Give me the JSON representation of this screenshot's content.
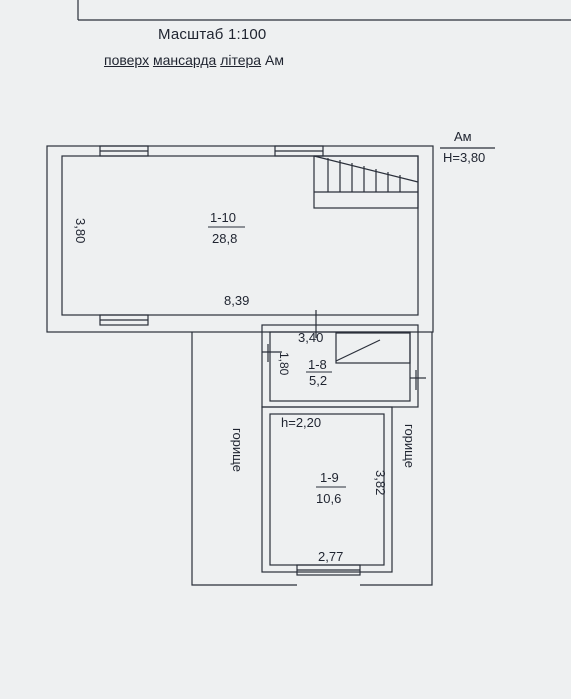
{
  "header": {
    "scale": "Масштаб 1:100",
    "subtitle_part1": "поверх",
    "subtitle_part2": "мансарда",
    "subtitle_part3": "літера",
    "subtitle_part4": "Ам"
  },
  "legend": {
    "letter": "Ам",
    "height": "Н=3,80"
  },
  "rooms": {
    "main": {
      "number": "1-10",
      "area": "28,8",
      "width": "8,39",
      "depth": "3,80"
    },
    "hall": {
      "number": "1-8",
      "area": "5,2",
      "width": "3,40",
      "depth": "1,80"
    },
    "room": {
      "number": "1-9",
      "area": "10,6",
      "width": "2,77",
      "depth": "3,82",
      "height": "h=2,20"
    }
  },
  "attic_labels": {
    "left": "горище",
    "right": "горище"
  },
  "colors": {
    "line": "#2a2f3a",
    "paper": "#eef0f1"
  }
}
